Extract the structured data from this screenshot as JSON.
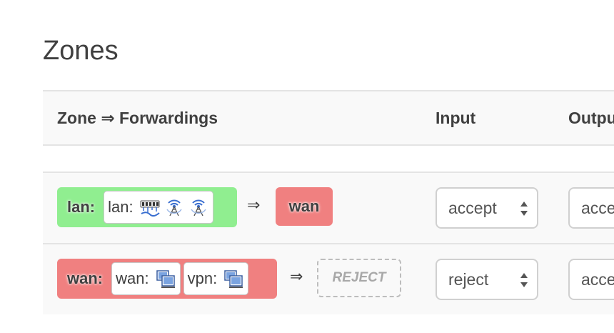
{
  "page": {
    "title": "Zones"
  },
  "table": {
    "headers": {
      "zone_forwardings": "Zone ⇒ Forwardings",
      "input": "Input",
      "output": "Output"
    },
    "rows": [
      {
        "zone_label": "lan:",
        "zone_color": "#90ee90",
        "interfaces": [
          {
            "name": "lan:",
            "icons": [
              "switch-icon",
              "wifi-tower-icon",
              "wifi-tower-icon"
            ]
          }
        ],
        "arrow": "⇒",
        "forward_to": "wan",
        "forward_color": "#f08080",
        "input": "accept",
        "output": "accept"
      },
      {
        "zone_label": "wan:",
        "zone_color": "#f08080",
        "interfaces": [
          {
            "name": "wan:",
            "icons": [
              "ethernet-port-icon"
            ]
          },
          {
            "name": "vpn:",
            "icons": [
              "ethernet-port-icon"
            ]
          }
        ],
        "arrow": "⇒",
        "forward_to": "REJECT",
        "input": "reject",
        "output": "accept"
      }
    ]
  }
}
